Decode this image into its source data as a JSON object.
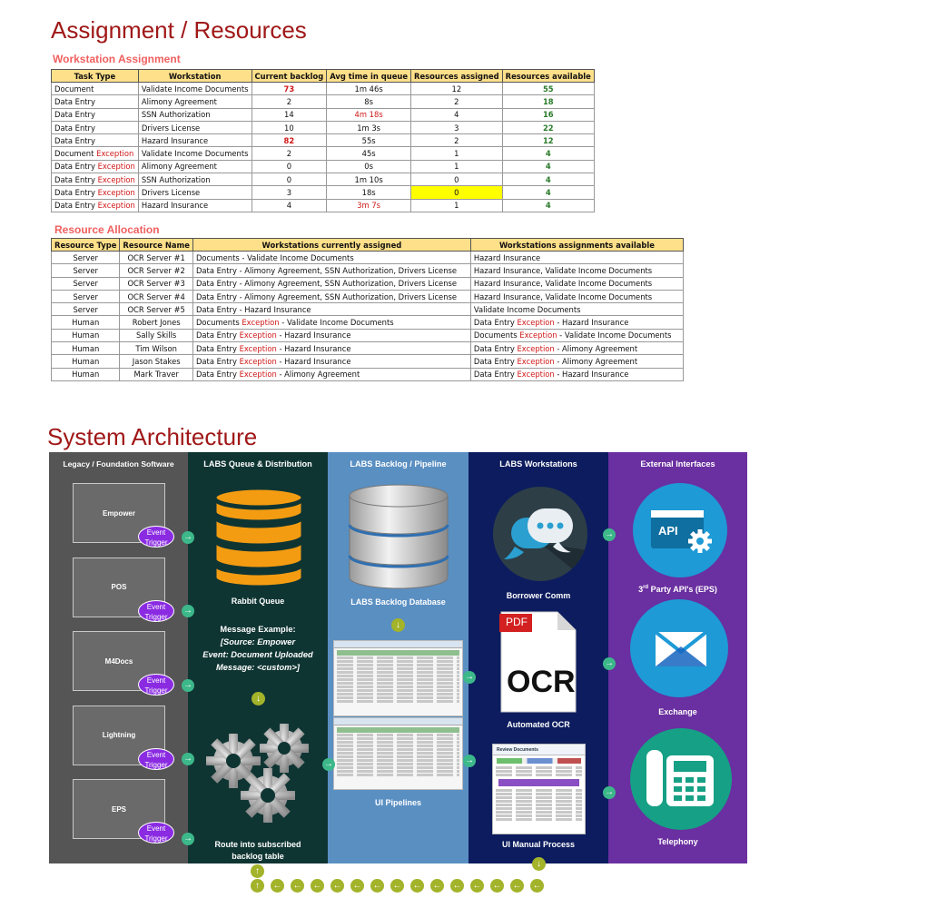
{
  "title": "Assignment / Resources",
  "workstation": {
    "title": "Workstation Assignment",
    "headers": [
      "Task Type",
      "Workstation",
      "Current backlog",
      "Avg time in queue",
      "Resources assigned",
      "Resources available"
    ],
    "rows": [
      {
        "task": "Document",
        "task_ex": "",
        "ws": "Validate Income Documents",
        "backlog": "73",
        "avg": "1m 46s",
        "assigned": "12",
        "available": "55"
      },
      {
        "task": "Data Entry",
        "task_ex": "",
        "ws": "Alimony Agreement",
        "backlog": "2",
        "avg": "8s",
        "assigned": "2",
        "available": "18"
      },
      {
        "task": "Data Entry",
        "task_ex": "",
        "ws": "SSN Authorization",
        "backlog": "14",
        "avg": "4m 18s",
        "assigned": "4",
        "available": "16"
      },
      {
        "task": "Data Entry",
        "task_ex": "",
        "ws": "Drivers License",
        "backlog": "10",
        "avg": "1m 3s",
        "assigned": "3",
        "available": "22"
      },
      {
        "task": "Data Entry",
        "task_ex": "",
        "ws": "Hazard Insurance",
        "backlog": "82",
        "avg": "55s",
        "assigned": "2",
        "available": "12"
      },
      {
        "task": "Document",
        "task_ex": "Exception",
        "ws": "Validate Income Documents",
        "backlog": "2",
        "avg": "45s",
        "assigned": "1",
        "available": "4"
      },
      {
        "task": "Data Entry",
        "task_ex": "Exception",
        "ws": "Alimony Agreement",
        "backlog": "0",
        "avg": "0s",
        "assigned": "1",
        "available": "4"
      },
      {
        "task": "Data Entry",
        "task_ex": "Exception",
        "ws": "SSN Authorization",
        "backlog": "0",
        "avg": "1m 10s",
        "assigned": "0",
        "available": "4"
      },
      {
        "task": "Data Entry",
        "task_ex": "Exception",
        "ws": "Drivers License",
        "backlog": "3",
        "avg": "18s",
        "assigned": "0",
        "available": "4"
      },
      {
        "task": "Data Entry",
        "task_ex": "Exception",
        "ws": "Hazard Insurance",
        "backlog": "4",
        "avg": "3m 7s",
        "assigned": "1",
        "available": "4"
      }
    ]
  },
  "allocation": {
    "title": "Resource Allocation",
    "headers": [
      "Resource Type",
      "Resource Name",
      "Workstations currently assigned",
      "Workstations assignments available"
    ],
    "rows": [
      {
        "type": "Server",
        "name": "OCR Server #1",
        "cur_a": "Documents - Validate Income Documents",
        "cur_ex": "",
        "cur_b": "",
        "av_a": "Hazard Insurance",
        "av_ex": "",
        "av_b": ""
      },
      {
        "type": "Server",
        "name": "OCR Server #2",
        "cur_a": "Data Entry - Alimony Agreement, SSN Authorization, Drivers License",
        "cur_ex": "",
        "cur_b": "",
        "av_a": "Hazard Insurance, Validate Income Documents",
        "av_ex": "",
        "av_b": ""
      },
      {
        "type": "Server",
        "name": "OCR Server #3",
        "cur_a": "Data Entry - Alimony Agreement, SSN Authorization, Drivers License",
        "cur_ex": "",
        "cur_b": "",
        "av_a": "Hazard Insurance, Validate Income Documents",
        "av_ex": "",
        "av_b": ""
      },
      {
        "type": "Server",
        "name": "OCR Server #4",
        "cur_a": "Data Entry - Alimony Agreement, SSN Authorization, Drivers License",
        "cur_ex": "",
        "cur_b": "",
        "av_a": "Hazard Insurance, Validate Income Documents",
        "av_ex": "",
        "av_b": ""
      },
      {
        "type": "Server",
        "name": "OCR Server #5",
        "cur_a": "Data Entry - Hazard Insurance",
        "cur_ex": "",
        "cur_b": "",
        "av_a": "Validate Income Documents",
        "av_ex": "",
        "av_b": ""
      },
      {
        "type": "Human",
        "name": "Robert Jones",
        "cur_a": "Documents ",
        "cur_ex": "Exception",
        "cur_b": " - Validate Income Documents",
        "av_a": "Data Entry ",
        "av_ex": "Exception",
        "av_b": " - Hazard Insurance"
      },
      {
        "type": "Human",
        "name": "Sally Skills",
        "cur_a": "Data Entry ",
        "cur_ex": "Exception",
        "cur_b": " - Hazard Insurance",
        "av_a": "Documents ",
        "av_ex": "Exception",
        "av_b": " - Validate Income Documents"
      },
      {
        "type": "Human",
        "name": "Tim Wilson",
        "cur_a": "Data Entry ",
        "cur_ex": "Exception",
        "cur_b": " - Hazard Insurance",
        "av_a": "Data Entry ",
        "av_ex": "Exception",
        "av_b": " - Alimony Agreement"
      },
      {
        "type": "Human",
        "name": "Jason Stakes",
        "cur_a": "Data Entry ",
        "cur_ex": "Exception",
        "cur_b": " - Hazard Insurance",
        "av_a": "Data Entry ",
        "av_ex": "Exception",
        "av_b": " - Alimony Agreement"
      },
      {
        "type": "Human",
        "name": "Mark Traver",
        "cur_a": "Data Entry ",
        "cur_ex": "Exception",
        "cur_b": " - Alimony Agreement",
        "av_a": "Data Entry ",
        "av_ex": "Exception",
        "av_b": " - Hazard Insurance"
      }
    ]
  },
  "arch": {
    "title": "System Architecture",
    "colors": {
      "legacy": "#555555",
      "queue": "#0f3533",
      "backlog": "#5a8fc2",
      "workstations": "#0c1c5e",
      "external": "#6a2fa0",
      "arrow": "#3cb88a",
      "flow": "#a3b32a",
      "badge": "#8a2be2"
    },
    "legacy": {
      "title": "Legacy / Foundation Software",
      "event_line1": "Event",
      "event_line2": "Trigger",
      "systems": [
        "Empower",
        "POS",
        "M4Docs",
        "Lightning",
        "EPS"
      ]
    },
    "queue": {
      "title": "LABS Queue & Distribution",
      "db_label": "Rabbit Queue",
      "msg_title": "Message Example:",
      "msg_line1": "[Source: Empower",
      "msg_line2": "Event: Document Uploaded",
      "msg_line3": "Message: <custom>]",
      "route_line1": "Route into subscribed",
      "route_line2": "backlog table"
    },
    "backlog": {
      "title": "LABS Backlog / Pipeline",
      "db_label": "LABS Backlog Database",
      "pipelines_label": "UI Pipelines"
    },
    "workstations": {
      "title": "LABS Workstations",
      "comm_label": "Borrower Comm",
      "pdf_text": "PDF",
      "ocr_text": "OCR",
      "ocr_label": "Automated OCR",
      "manual_label": "UI Manual Process",
      "manual_header": "Review Documents"
    },
    "external": {
      "title": "External Interfaces",
      "api_text": "API",
      "api_label_pre": "3",
      "api_label_sup": "rd",
      "api_label_post": " Party API's (EPS)",
      "exchange_label": "Exchange",
      "telephony_label": "Telephony"
    }
  }
}
